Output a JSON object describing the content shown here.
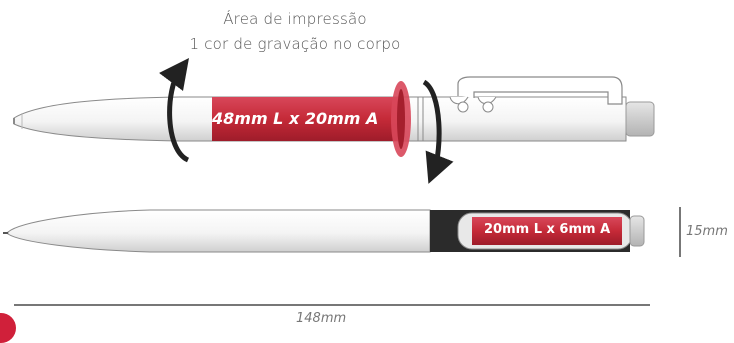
{
  "caption": {
    "title": "Área de impressão",
    "subtitle": "1 cor de gravação no corpo"
  },
  "print_areas": {
    "body": "48mm L x 20mm A",
    "clip": "20mm L x 6mm A"
  },
  "dimensions": {
    "length": "148mm",
    "height": "15mm"
  },
  "colors": {
    "print_area": "#c52a38",
    "pen_body": "#ffffff",
    "pen_outline": "#8a8a8a",
    "clip_dark": "#2b2b2b",
    "button": "#cfcfcf",
    "arrow": "#222222"
  }
}
